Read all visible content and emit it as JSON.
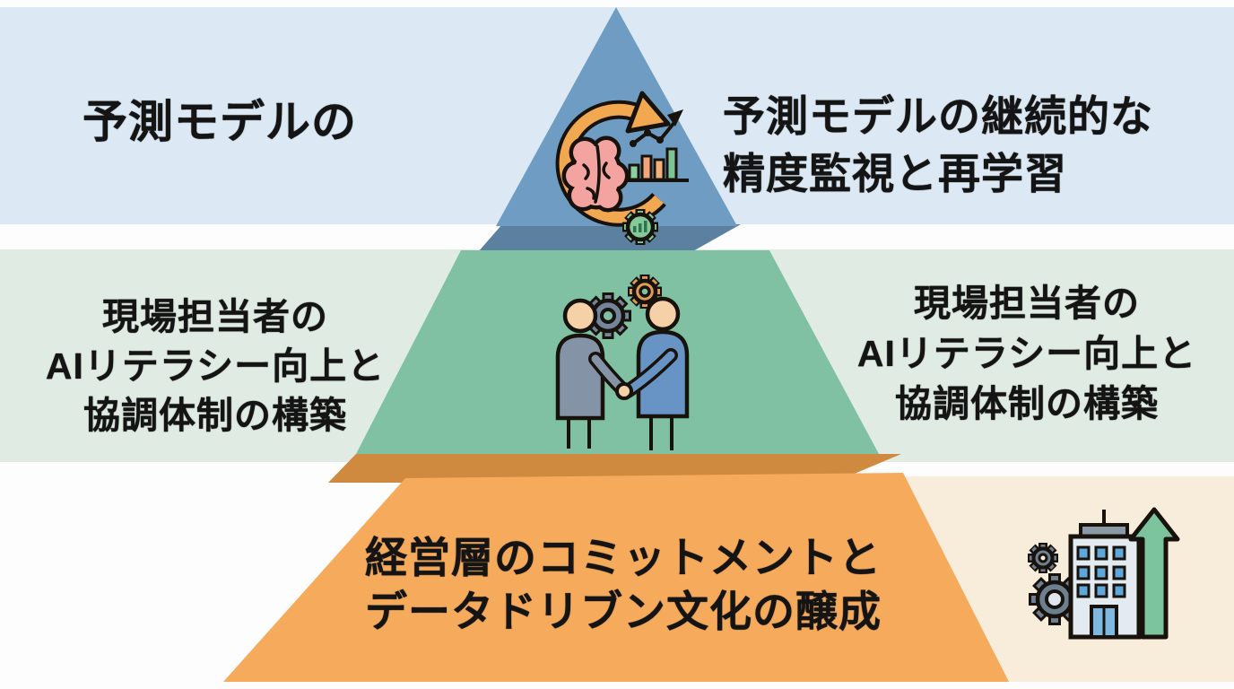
{
  "figure": {
    "type": "pyramid-infographic",
    "language": "ja"
  },
  "colors": {
    "background": "#fdfdfd",
    "band_blue": "#dce9f4",
    "band_green": "#e0ebe3",
    "panel_cream": "#f8ecda",
    "tier_top": "#6f9cc2",
    "tier_top_shadow": "#5b80a0",
    "tier_mid": "#80c1a3",
    "tier_bottom": "#f6ab5c",
    "tier_bottom_shadow": "#d08a40",
    "text": "#141414",
    "icon_orange": "#f2a851",
    "icon_pink": "#f3a4a1",
    "icon_green": "#7cc49e",
    "icon_slate": "#72859a",
    "icon_blue": "#6794c4"
  },
  "tiers": {
    "top": {
      "left_label": "予測モデルの",
      "right_label_lines": [
        "予測モデルの継続的な",
        "精度監視と再学習"
      ],
      "icon": "cycle-brain-analytics-icon"
    },
    "middle": {
      "left_label_lines": [
        "現場担当者の",
        "AIリテラシー向上と",
        "協調体制の構築"
      ],
      "right_label_lines": [
        "現場担当者の",
        "AIリテラシー向上と",
        "協調体制の構築"
      ],
      "icon": "handshake-gears-icon"
    },
    "bottom": {
      "label_lines": [
        "経営層のコミットメントと",
        "データドリブン文化の醸成"
      ],
      "icon": "building-growth-icon"
    }
  }
}
